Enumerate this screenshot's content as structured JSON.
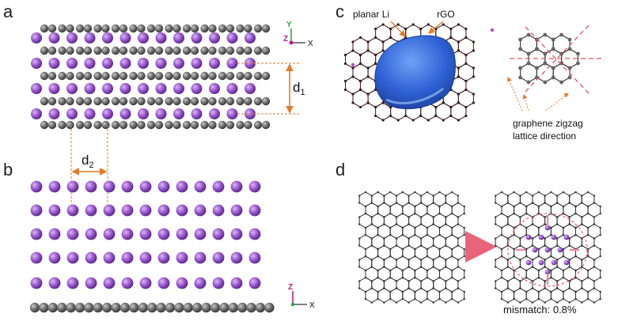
{
  "panels": {
    "a": {
      "label": "a",
      "d1": "d",
      "d1_sub": "1",
      "axis_y": "Y",
      "axis_z": "Z",
      "axis_x": "X"
    },
    "b": {
      "label": "b",
      "d2": "d",
      "d2_sub": "2",
      "axis_z": "Z",
      "axis_x": "X"
    },
    "c": {
      "label": "c",
      "planar_li": "planar Li",
      "rgo": "rGO",
      "zigzag_line1": "graphene zigzag",
      "zigzag_line2": "lattice direction"
    },
    "d": {
      "label": "d",
      "mismatch": "mismatch: 0.8%"
    }
  },
  "colors": {
    "lithium": "#9b59d0",
    "carbon": "#6d6d6d",
    "guide": "#e07b2a",
    "blob": "#2f62d6",
    "arrow": "#e8647a",
    "bond": "#4a2a2a"
  }
}
